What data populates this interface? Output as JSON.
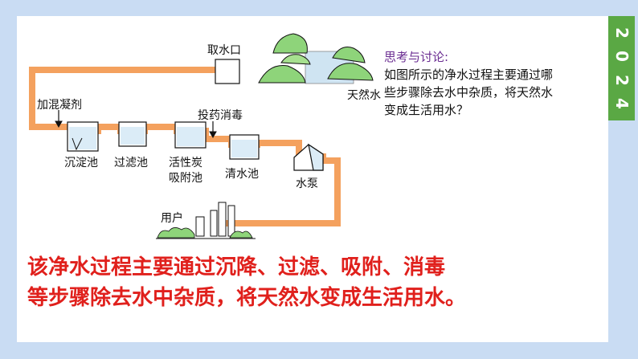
{
  "year_digits": [
    "2",
    "0",
    "2",
    "4"
  ],
  "labels": {
    "intake": "取水口",
    "coagulant": "加混凝剂",
    "disinfect": "投药消毒",
    "natural_water": "天然水",
    "sedimentation": "沉淀池",
    "filter": "过滤池",
    "carbon_line1": "活性炭",
    "carbon_line2": "吸附池",
    "clear_pool": "清水池",
    "pump": "水泵",
    "user": "用户"
  },
  "question": {
    "title": "思考与讨论:",
    "line1": "如图所示的净水过程主要通过哪",
    "line2": "些步骤除去水中杂质，将天然水",
    "line3": "变成生活用水？"
  },
  "answer": {
    "line1": "该净水过程主要通过沉降、过滤、吸附、消毒",
    "line2": "等步骤除去水中杂质，将天然水变成生活用水。"
  },
  "colors": {
    "pipe": "#f4a15e",
    "answer": "#e0201c",
    "question_title": "#6a2c91",
    "strip": "#5aa844"
  }
}
